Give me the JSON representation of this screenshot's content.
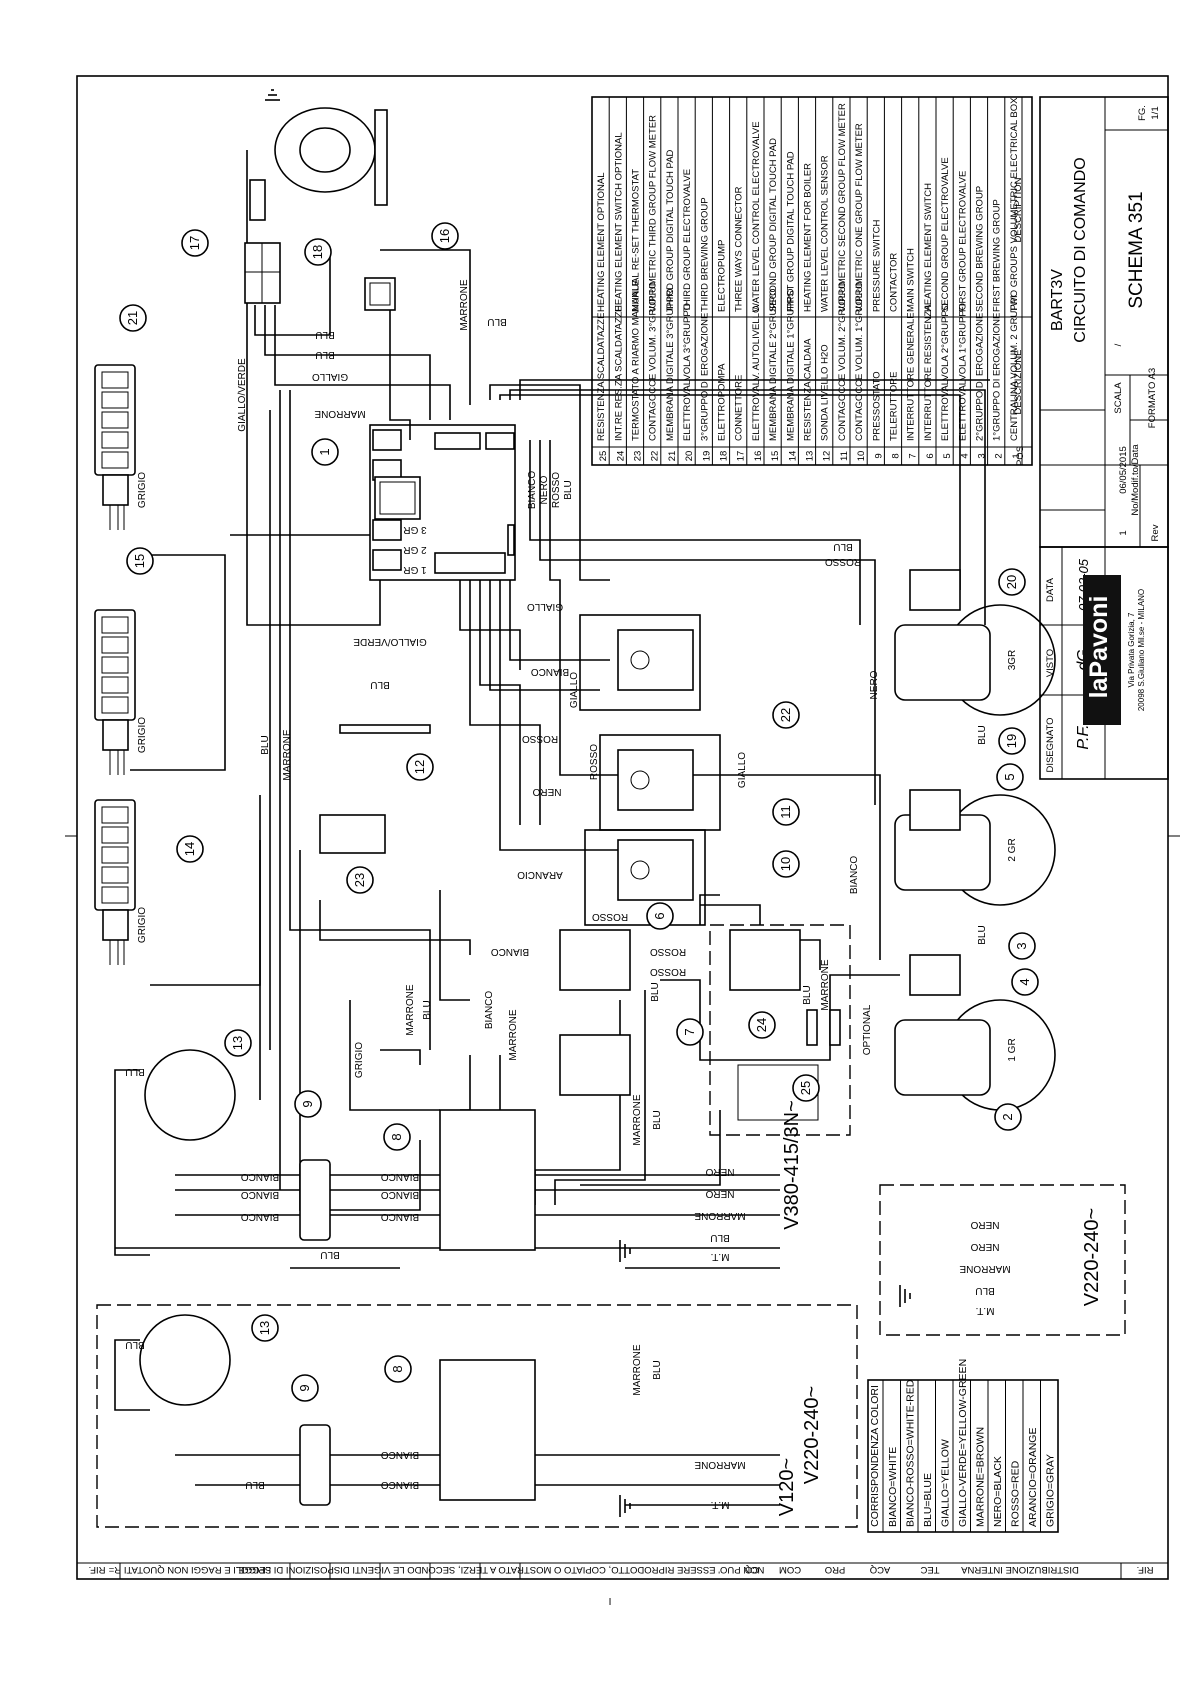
{
  "components": [
    {
      "pos": "25",
      "descrizione": "RESISTENZA SCALDATAZZE",
      "description": "HEATING ELEMENT  OPTIONAL"
    },
    {
      "pos": "24",
      "descrizione": "INT.RE RES.ZA SCALDATAZZE",
      "description": "HEATING ELEMENT SWITCH OPTIONAL"
    },
    {
      "pos": "23",
      "descrizione": "TERMOSTATO A RIARMO MANUALE",
      "description": "MANUAL RE-SET THERMOSTAT"
    },
    {
      "pos": "22",
      "descrizione": "CONTAGOCCE VOLUM. 3°GRUPPO",
      "description": "VOLUMETRIC THIRD GROUP FLOW METER"
    },
    {
      "pos": "21",
      "descrizione": "MEMBRANA DIGITALE 3°GRUPPO",
      "description": "THIRD GROUP DIGITAL TOUCH PAD"
    },
    {
      "pos": "20",
      "descrizione": "ELETTROVALVOLA 3°GRUPPO",
      "description": "THIRD GROUP ELECTROVALVE"
    },
    {
      "pos": "19",
      "descrizione": "3°GRUPPO DI EROGAZIONE",
      "description": "THIRD BREWING GROUP"
    },
    {
      "pos": "18",
      "descrizione": "ELETTROPOMPA",
      "description": "ELECTROPUMP"
    },
    {
      "pos": "17",
      "descrizione": "CONNETTORE",
      "description": "THREE WAYS CONNECTOR"
    },
    {
      "pos": "16",
      "descrizione": "ELETTROVALV. AUTOLIVELLO",
      "description": "WATER LEVEL CONTROL ELECTROVALVE"
    },
    {
      "pos": "15",
      "descrizione": "MEMBRANA DIGITALE 2°GRUPPO",
      "description": "SECOND GROUP DIGITAL TOUCH PAD"
    },
    {
      "pos": "14",
      "descrizione": "MEMBRANA DIGITALE 1°GRUPPO",
      "description": "FIRST GROUP DIGITAL TOUCH PAD"
    },
    {
      "pos": "13",
      "descrizione": "RESISTENZA CALDAIA",
      "description": "HEATING ELEMENT FOR BOILER"
    },
    {
      "pos": "12",
      "descrizione": "SONDA LIVELLO H2O",
      "description": "WATER LEVEL CONTROL SENSOR"
    },
    {
      "pos": "11",
      "descrizione": "CONTAGOCCE VOLUM. 2°GRUPPO",
      "description": "VOLUMETRIC SECOND GROUP FLOW METER"
    },
    {
      "pos": "10",
      "descrizione": "CONTAGOCCE VOLUM. 1°GRUPPO",
      "description": "VOLUMETRIC ONE GROUP FLOW METER"
    },
    {
      "pos": "9",
      "descrizione": "PRESSOSTATO",
      "description": "PRESSURE SWITCH"
    },
    {
      "pos": "8",
      "descrizione": "TELERUTTORE",
      "description": "CONTACTOR"
    },
    {
      "pos": "7",
      "descrizione": "INTERRUTTORE GENERALE",
      "description": "MAIN SWITCH"
    },
    {
      "pos": "6",
      "descrizione": "INTERRUTTORE RESISTENZA",
      "description": "HEATING ELEMENT SWITCH"
    },
    {
      "pos": "5",
      "descrizione": "ELETTROVALVOLA 2°GRUPPO",
      "description": "SECOND GROUP ELECTROVALVE"
    },
    {
      "pos": "4",
      "descrizione": "ELETTROVALVOLA 1°GRUPPO",
      "description": "FIRST GROUP ELECTROVALVE"
    },
    {
      "pos": "3",
      "descrizione": "2°GRUPPO DI EROGAZIONE",
      "description": "SECOND BREWING GROUP"
    },
    {
      "pos": "2",
      "descrizione": "1°GRUPPO DI EROGAZIONE",
      "description": "FIRST BREWING GROUP"
    },
    {
      "pos": "1",
      "descrizione": "CENTRALINA VOLUM. 2 GRUPPI",
      "description": "TWO GROUPS VOLUMETRIC ELECTRICAL BOX"
    }
  ],
  "table_headers": {
    "pos": "POS",
    "descrizione": "DESCRIZIONE",
    "description": "DESCRIPTION"
  },
  "title_block": {
    "model": "BART3V",
    "title": "CIRCUITO DI COMANDO",
    "scheme": "SCHEMA 351",
    "sheet_label": "FG.",
    "sheet": "1/1",
    "scale_label": "SCALA",
    "scale": "/",
    "format": "FORMATO A3",
    "rev_label": "Rev",
    "modif_label": "No/Modif.to/Data",
    "rev": "1",
    "rev_date": "06/05/2015",
    "drawn_label": "DISEGNATO",
    "drawn": "P.F.",
    "checked_label": "VISTO",
    "checked": "dG",
    "date_label": "DATA",
    "date": "07-02-05",
    "brand": "laPavoni",
    "address_1": "Via Privata Gorizia, 7",
    "address_2": "20098 S.Giuliano Mil.se - MILANO"
  },
  "color_legend": {
    "title": "CORRISPONDENZA COLORI",
    "rows": [
      "BIANCO=WHITE",
      "BIANCO-ROSSO=WHITE-RED",
      "BLU=BLUE",
      "GIALLO=YELLOW",
      "GIALLO-VERDE=YELLOW-GREEN",
      "MARRONE=BROWN",
      "NERO=BLACK",
      "ROSSO=RED",
      "ARANCIO=ORANGE",
      "GRIGIO=GRAY"
    ]
  },
  "voltages": {
    "three_phase": "V380-415/3N~",
    "single_phase": "V220-240~",
    "low_1": "V120~",
    "low_2": "V220-240~"
  },
  "supply_labels": {
    "nero": "NERO",
    "marrone": "MARRONE",
    "blu": "BLU",
    "mt": "M.T."
  },
  "wire_labels": {
    "blu": "BLU",
    "giallo": "GIALLO",
    "marrone": "MARRONE",
    "giallo_verde": "GIALLO/VERDE",
    "grigio": "GRIGIO",
    "bianco": "BIANCO",
    "nero": "NERO",
    "rosso": "ROSSO",
    "arancio": "ARANCIO",
    "optional": "OPTIONAL"
  },
  "group_labels": {
    "g1": "1 GR",
    "g2": "2 GR",
    "g3": "3GR"
  },
  "board_labels": {
    "gr1": "1 GR",
    "gr2": "2 GR",
    "gr3": "3 GR"
  },
  "footer": {
    "rif": "RIF.",
    "distribution": "DISTRIBUZIONE INTERNA",
    "tec": "TEC",
    "acq": "ACQ",
    "pro": "PRO",
    "com": "COM",
    "cq": "CQ",
    "notice": "NON PUO' ESSERE RIPRODOTTO, COPIATO O MOSTRATO A TERZI, SECONDO LE VIGENTI DISPOSIZIONI DI LEGGE.",
    "edges": "SPIGOLI E RAGGI NON QUOTATI R="
  },
  "page_mark": "I"
}
